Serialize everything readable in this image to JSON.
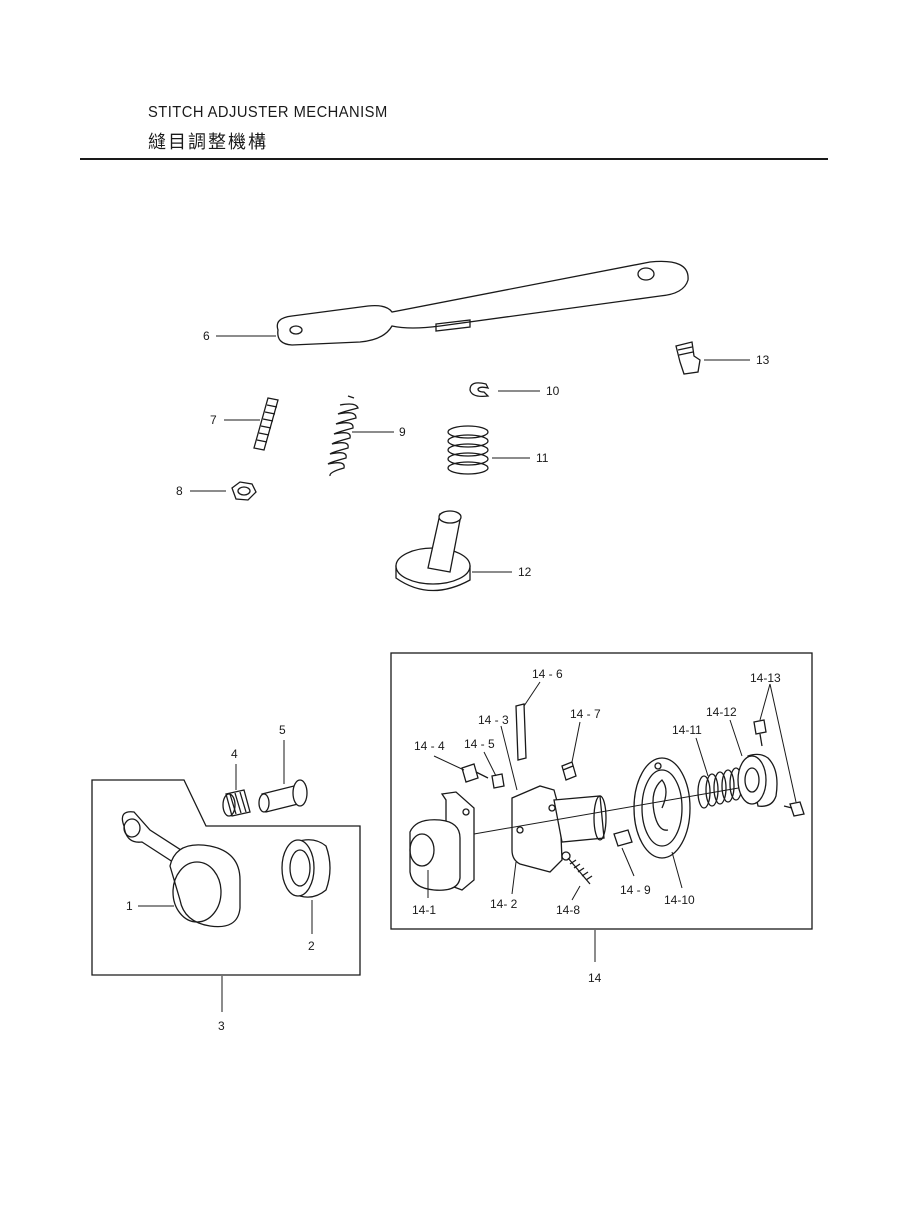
{
  "title_en": "STITCH ADJUSTER MECHANISM",
  "title_cn": "縫目調整機構",
  "callouts": {
    "p1": "1",
    "p2": "2",
    "p3": "3",
    "p4": "4",
    "p5": "5",
    "p6": "6",
    "p7": "7",
    "p8": "8",
    "p9": "9",
    "p10": "10",
    "p11": "11",
    "p12": "12",
    "p13": "13",
    "p14": "14",
    "p14_1": "14-1",
    "p14_2": "14- 2",
    "p14_3": "14 - 3",
    "p14_4": "14 - 4",
    "p14_5": "14 - 5",
    "p14_6": "14 - 6",
    "p14_7": "14 - 7",
    "p14_8": "14-8",
    "p14_9": "14 - 9",
    "p14_10": "14-10",
    "p14_11": "14-11",
    "p14_12": "14-12",
    "p14_13": "14-13"
  }
}
